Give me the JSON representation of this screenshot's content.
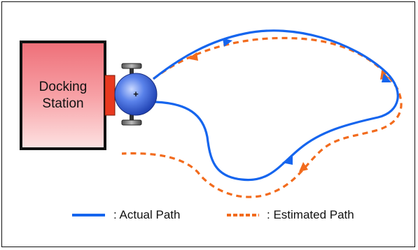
{
  "docking_station": {
    "label": "Docking\nStation"
  },
  "robot": {
    "center_marker": "+"
  },
  "legend": {
    "actual": ": Actual Path",
    "estimated": ": Estimated Path"
  },
  "colors": {
    "actual_path": "#1565ee",
    "estimated_path": "#f26b1d",
    "station_fill": "#f4838a",
    "dock_connector": "#e8391f",
    "robot_body": "#3a62d6"
  }
}
